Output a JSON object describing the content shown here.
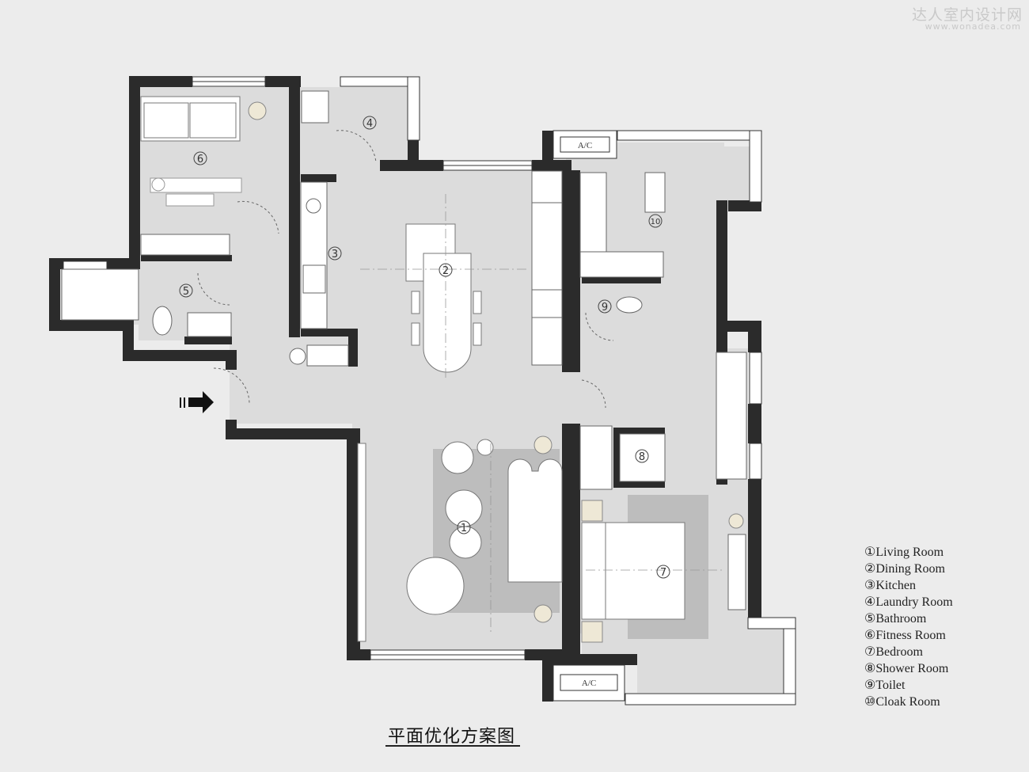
{
  "watermark": {
    "brand": "达人室内设计网",
    "url": "www.wonadea.com"
  },
  "plan_title": "平面优化方案图",
  "ac_label": "A/C",
  "rooms": [
    {
      "num": "①",
      "name": "Living Room"
    },
    {
      "num": "②",
      "name": "Dining Room"
    },
    {
      "num": "③",
      "name": "Kitchen"
    },
    {
      "num": "④",
      "name": "Laundry Room"
    },
    {
      "num": "⑤",
      "name": "Bathroom"
    },
    {
      "num": "⑥",
      "name": "Fitness Room"
    },
    {
      "num": "⑦",
      "name": "Bedroom"
    },
    {
      "num": "⑧",
      "name": "Shower Room"
    },
    {
      "num": "⑨",
      "name": "Toilet"
    },
    {
      "num": "⑩",
      "name": "Cloak Room"
    }
  ],
  "colors": {
    "wall": "#2b2b2b",
    "floor": "#dcdcdc",
    "rug": "#bdbdbd",
    "background": "#ececec"
  }
}
